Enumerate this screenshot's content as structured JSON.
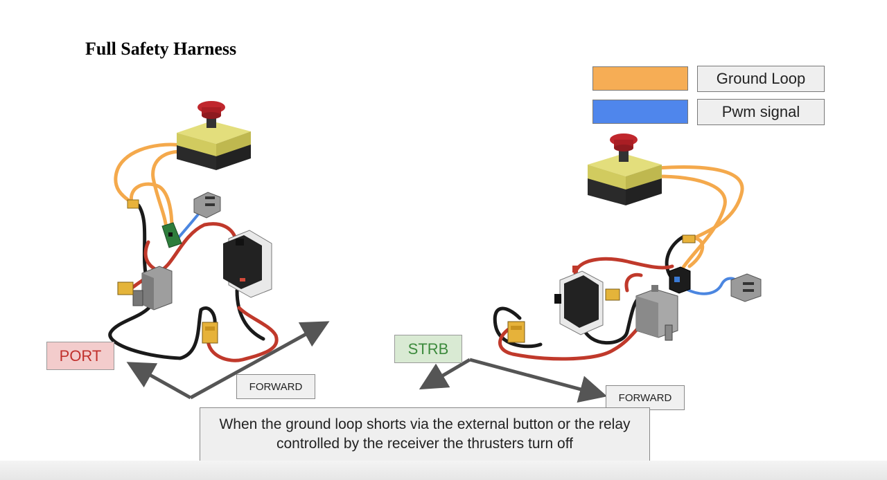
{
  "title": "Full Safety Harness",
  "legend": [
    {
      "label": "Ground Loop",
      "color": "#f6ad55"
    },
    {
      "label": "Pwm signal",
      "color": "#4f86ec"
    }
  ],
  "port_label": "PORT",
  "strb_label": "STRB",
  "forward_left": "FORWARD",
  "forward_right": "FORWARD",
  "caption": "When the ground loop shorts via the external button or the relay controlled by the receiver the thrusters turn off",
  "colors": {
    "ground_loop_wire": "#f4a94c",
    "pwm_wire": "#4b86e0",
    "power_wire": "#c0392b",
    "ground_wire": "#1a1a1a",
    "estop_button": "#c0272d",
    "estop_box": "#d8d36a",
    "arrow": "#555555"
  }
}
